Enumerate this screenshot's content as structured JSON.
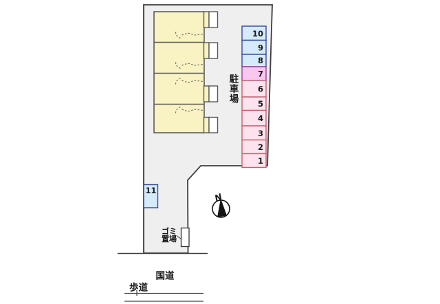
{
  "diagram": {
    "type": "apartment-site-plan",
    "building_units": 4
  },
  "parking": {
    "area_label": "駐車場",
    "area_label_chars": [
      "駐",
      "車",
      "場"
    ],
    "spaces": [
      {
        "num": "10",
        "group": "blue"
      },
      {
        "num": "9",
        "group": "blue"
      },
      {
        "num": "8",
        "group": "blue"
      },
      {
        "num": "7",
        "group": "magenta"
      },
      {
        "num": "6",
        "group": "pink"
      },
      {
        "num": "5",
        "group": "pink"
      },
      {
        "num": "4",
        "group": "pink"
      },
      {
        "num": "3",
        "group": "pink"
      },
      {
        "num": "2",
        "group": "pink"
      },
      {
        "num": "1",
        "group": "pink"
      }
    ],
    "space11": {
      "num": "11",
      "group": "blue"
    }
  },
  "labels": {
    "trash_line1": "ゴミ",
    "trash_line2": "置場",
    "national_road": "国道",
    "sidewalk": "歩道",
    "north": "N"
  },
  "colors": {
    "plot_fill": "#efefef",
    "outline": "#3d3d3d",
    "building_fill": "#f9f3c3",
    "building_stroke": "#5a5a5a",
    "porch_fill": "#ffffff",
    "blue_fill": "#d5ebf9",
    "blue_stroke": "#33479e",
    "magenta_fill": "#f9c7ee",
    "magenta_stroke": "#9b3a9b",
    "pink_fill": "#fce3ed",
    "pink_stroke": "#c4606e",
    "number_color": "#101028",
    "road_line": "#444444",
    "needle_color": "#151515"
  }
}
